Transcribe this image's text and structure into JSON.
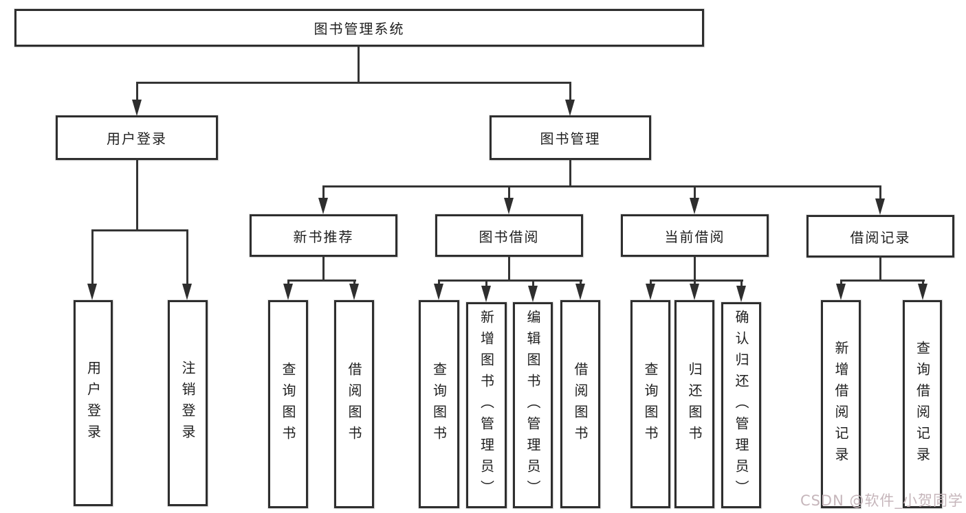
{
  "diagram": {
    "root": {
      "label": "图书管理系统",
      "children": [
        {
          "label": "用户登录",
          "children": [
            {
              "label": "用户登录"
            },
            {
              "label": "注销登录"
            }
          ]
        },
        {
          "label": "图书管理",
          "children": [
            {
              "label": "新书推荐",
              "children": [
                {
                  "label": "查询图书"
                },
                {
                  "label": "借阅图书"
                }
              ]
            },
            {
              "label": "图书借阅",
              "children": [
                {
                  "label": "查询图书"
                },
                {
                  "label": "新增图书（管理员）"
                },
                {
                  "label": "编辑图书（管理员）"
                },
                {
                  "label": "借阅图书"
                }
              ]
            },
            {
              "label": "当前借阅",
              "children": [
                {
                  "label": "查询图书"
                },
                {
                  "label": "归还图书"
                },
                {
                  "label": "确认归还（管理员）"
                }
              ]
            },
            {
              "label": "借阅记录",
              "children": [
                {
                  "label": "新增借阅记录"
                },
                {
                  "label": "查询借阅记录"
                }
              ]
            }
          ]
        }
      ]
    }
  },
  "watermark": {
    "text": "CSDN @软件_小贺同学"
  },
  "colors": {
    "line": "#343434",
    "box_border": "#2e2e2e",
    "text": "#1f1f1f",
    "watermark_text": "#c6b6bb",
    "background": "#ffffff"
  }
}
